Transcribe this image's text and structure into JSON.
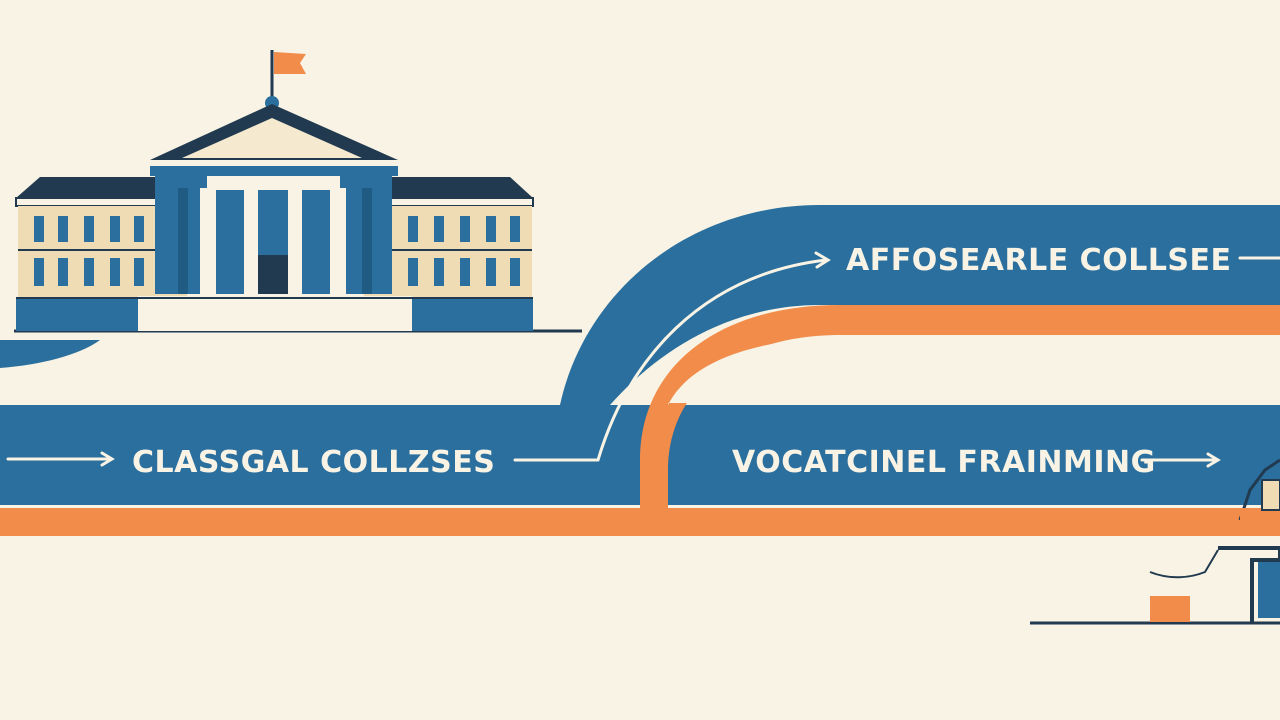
{
  "colors": {
    "background": "#f8f3e4",
    "blue": "#2a6f9e",
    "orange": "#f28c4a",
    "navy": "#213a4f",
    "label_text": "#f8f3e4"
  },
  "paths": {
    "top_label": "AFFOSEARLE COLLSEE",
    "left_label": "CLASSGAL COLLZSES",
    "right_label": "VOCATCINEL FRAINMING"
  },
  "icons": {
    "building": "university-building-icon",
    "flag": "flag-icon",
    "machine": "machine-workshop-icon",
    "arrows": "arrow-right-icon"
  }
}
